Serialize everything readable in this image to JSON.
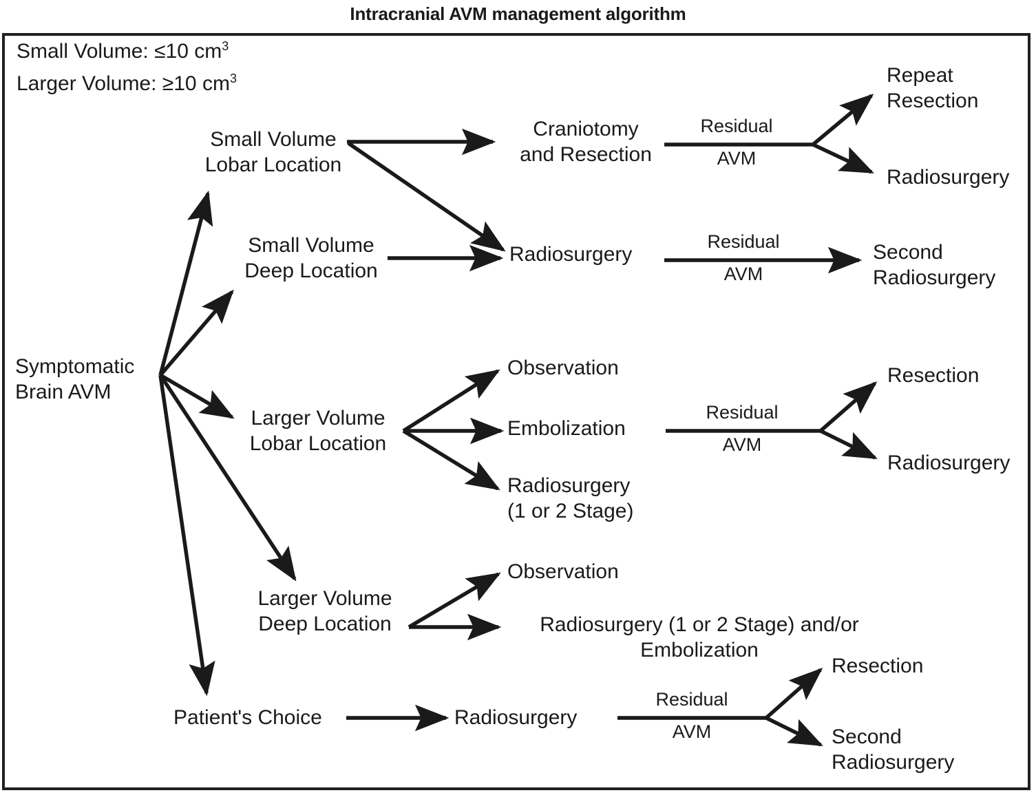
{
  "title": "Intracranial AVM management algorithm",
  "legend": [
    {
      "prefix": "Small Volume: ≤10 cm",
      "sup": "3"
    },
    {
      "prefix": "Larger Volume: ≥10 cm",
      "sup": "3"
    }
  ],
  "nodes": {
    "root": "Symptomatic\nBrain AVM",
    "small_lobar": "Small Volume\nLobar Location",
    "small_deep": "Small Volume\nDeep Location",
    "larger_lobar": "Larger Volume\nLobar Location",
    "larger_deep": "Larger Volume\nDeep Location",
    "patients_choice": "Patient's Choice",
    "craniotomy": "Craniotomy\nand Resection",
    "radiosurgery_1": "Radiosurgery",
    "observation_1": "Observation",
    "embolization_1": "Embolization",
    "radiosurgery_stage_1": "Radiosurgery\n(1 or 2 Stage)",
    "observation_2": "Observation",
    "radiosurgery_embo": "Radiosurgery (1 or 2 Stage) and/or\nEmbolization",
    "radiosurgery_2": "Radiosurgery",
    "repeat_resection": "Repeat\nResection",
    "radiosurgery_out_1": "Radiosurgery",
    "second_radiosurgery_1": "Second\nRadiosurgery",
    "resection_out_1": "Resection",
    "radiosurgery_out_2": "Radiosurgery",
    "resection_out_2": "Resection",
    "second_radiosurgery_2": "Second\nRadiosurgery"
  },
  "edge_labels": {
    "residual": "Residual",
    "avm": "AVM"
  },
  "chart_data": {
    "type": "diagram",
    "title": "Intracranial AVM management algorithm",
    "root": "Symptomatic Brain AVM",
    "branches": [
      {
        "label": "Small Volume Lobar Location",
        "next": [
          {
            "label": "Craniotomy and Resection",
            "edge": "Residual AVM",
            "next": [
              "Repeat Resection",
              "Radiosurgery"
            ]
          },
          {
            "label": "Radiosurgery",
            "edge": "",
            "next": []
          }
        ]
      },
      {
        "label": "Small Volume Deep Location",
        "next": [
          {
            "label": "Radiosurgery",
            "edge": "Residual AVM",
            "next": [
              "Second Radiosurgery"
            ]
          }
        ]
      },
      {
        "label": "Larger Volume Lobar Location",
        "next": [
          {
            "label": "Observation",
            "edge": "",
            "next": []
          },
          {
            "label": "Embolization",
            "edge": "Residual AVM",
            "next": [
              "Resection",
              "Radiosurgery"
            ]
          },
          {
            "label": "Radiosurgery (1 or 2 Stage)",
            "edge": "",
            "next": []
          }
        ]
      },
      {
        "label": "Larger Volume Deep Location",
        "next": [
          {
            "label": "Observation",
            "edge": "",
            "next": []
          },
          {
            "label": "Radiosurgery (1 or 2 Stage) and/or Embolization",
            "edge": "",
            "next": []
          }
        ]
      },
      {
        "label": "Patient's Choice",
        "next": [
          {
            "label": "Radiosurgery",
            "edge": "Residual AVM",
            "next": [
              "Resection",
              "Second Radiosurgery"
            ]
          }
        ]
      }
    ],
    "legend": [
      "Small Volume: ≤10 cm3",
      "Larger Volume: ≥10 cm3"
    ]
  },
  "colors": {
    "ink": "#1a1a1a",
    "frame": "#231f20",
    "background": "#ffffff"
  }
}
